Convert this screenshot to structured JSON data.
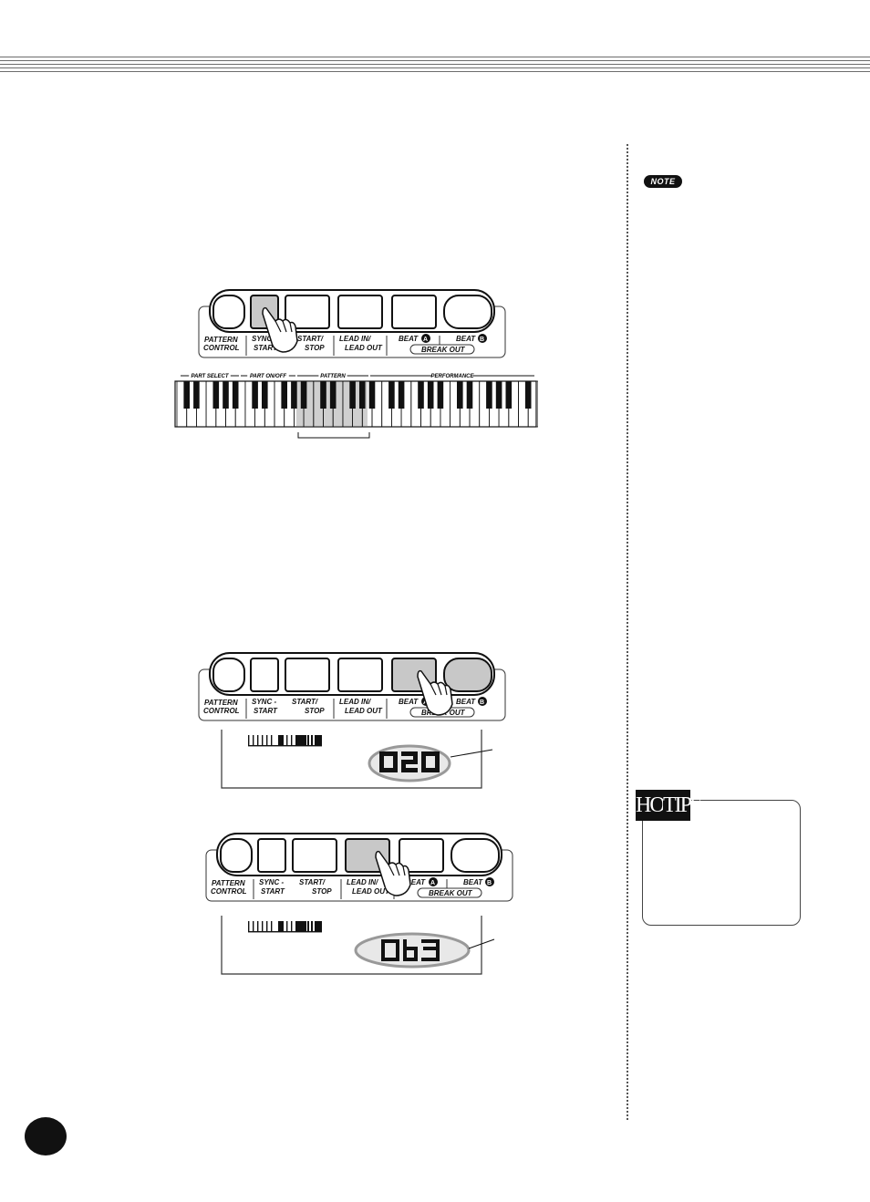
{
  "note_badge": "NOTE",
  "hot_tips": {
    "hot": "HOT",
    "tips": "TIPS"
  },
  "keyboard_sections": [
    "PART SELECT",
    "PART ON/OFF",
    "PATTERN",
    "PERFORMANCE"
  ],
  "panel": {
    "pattern_control": [
      "PATTERN",
      "CONTROL"
    ],
    "sync_start": [
      "SYNC -",
      "START"
    ],
    "start_stop": [
      "START/",
      "STOP"
    ],
    "lead": [
      "LEAD IN/",
      "LEAD OUT"
    ],
    "beat_a": "BEAT",
    "beat_b": "BEAT",
    "break_out": "BREAK OUT",
    "badge_a": "A",
    "badge_b": "B"
  },
  "colors": {
    "pressed": "#c8c8c8",
    "ink": "#111111"
  }
}
